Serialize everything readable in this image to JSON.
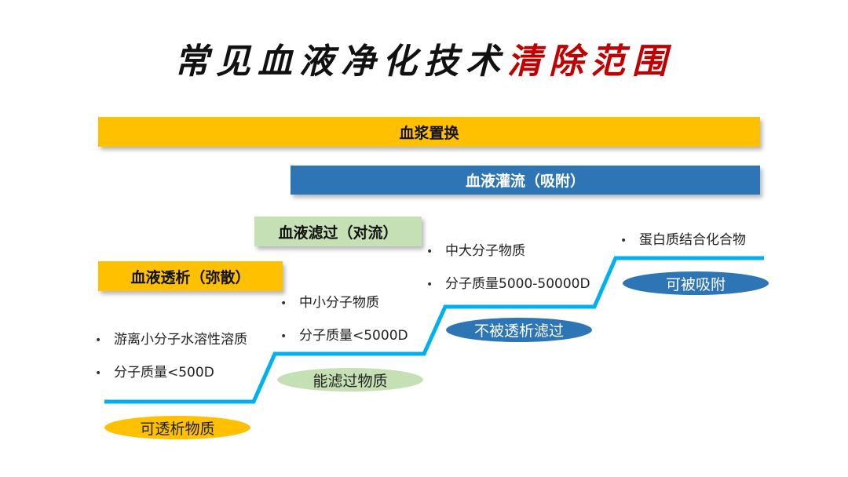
{
  "title": {
    "main": "常见血液净化技术",
    "accent": "清除范围"
  },
  "bars": {
    "plasma_exchange": "血浆置换",
    "hemoperfusion": "血液灌流（吸附）",
    "hemofiltration": "血液滤过（对流）",
    "hemodialysis": "血液透析（弥散）"
  },
  "tiers": {
    "small": {
      "items": [
        "游离小分子水溶性溶质",
        "分子质量<500D"
      ],
      "label": "可透析物质"
    },
    "medium": {
      "items": [
        "中小分子物质",
        "分子质量<5000D"
      ],
      "label": "能滤过物质"
    },
    "large": {
      "items": [
        "中大分子物质",
        "分子质量5000-50000D"
      ],
      "label": "不被透析滤过"
    },
    "protein": {
      "items": [
        "蛋白质结合化合物"
      ],
      "label": "可被吸附"
    }
  },
  "bullet_symbol": "•",
  "colors": {
    "yellow": "#FFC000",
    "blue": "#2E75B6",
    "green": "#C5E0B4",
    "step_line": "#00B0F0",
    "accent_title": "#C00000"
  }
}
